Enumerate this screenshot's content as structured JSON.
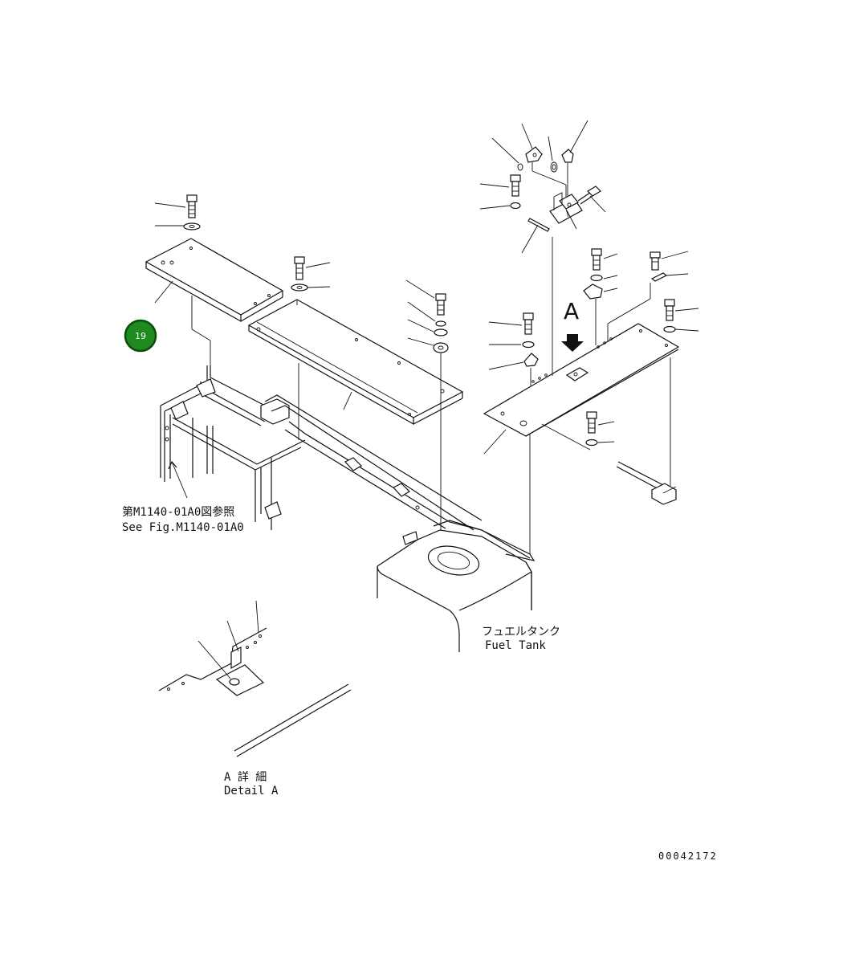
{
  "diagram": {
    "badge": {
      "number": "19",
      "color": "#1f8a1f",
      "ring": "#0b4d0b"
    },
    "view_marker": "A",
    "reference_note": {
      "line1": "第M1140-01A0図参照",
      "line2": "See Fig.M1140-01A0"
    },
    "fuel_tank": {
      "line1": "フュエルタンク",
      "line2": "Fuel Tank"
    },
    "detail": {
      "line1": "A 詳 細",
      "line2": "Detail A"
    },
    "drawing_number": "00042172"
  }
}
